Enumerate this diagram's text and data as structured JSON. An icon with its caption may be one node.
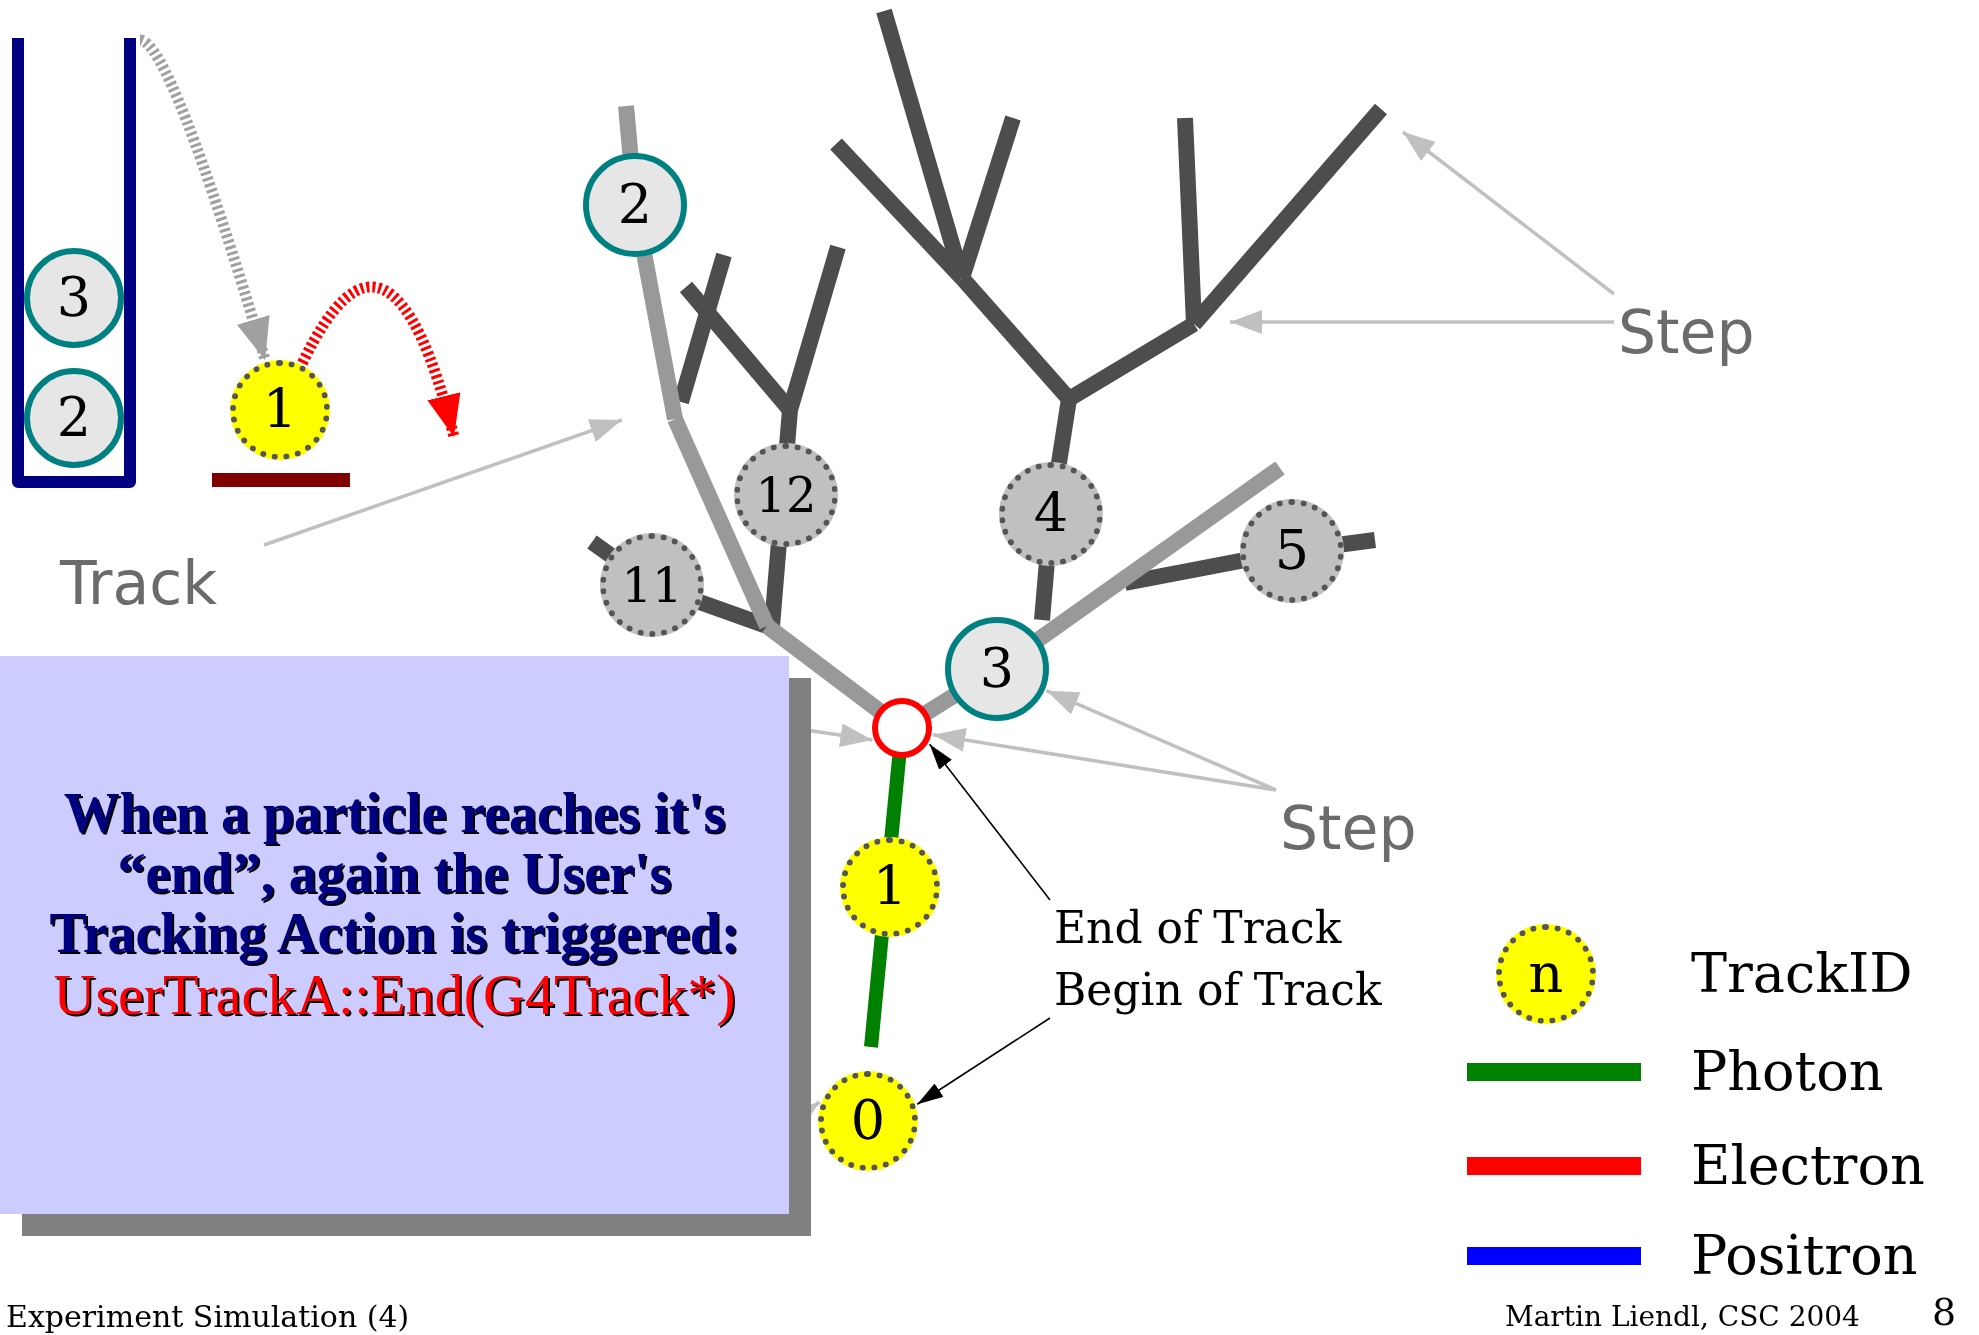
{
  "diagram": {
    "nodes": [
      {
        "text": [],
        "shape": "box"
      },
      {
        "text": [
          "3"
        ],
        "in": 0
      },
      {
        "text": [
          "2"
        ],
        "in": 0
      },
      {
        "text": [
          "1"
        ]
      },
      {
        "text": [
          "2"
        ]
      },
      {
        "text": [
          "12"
        ]
      },
      {
        "text": [
          "11"
        ]
      },
      {
        "text": [
          "4"
        ]
      },
      {
        "text": [
          "5"
        ]
      },
      {
        "text": [
          "3"
        ]
      },
      {
        "text": [],
        "shape": "circle"
      },
      {
        "text": [
          "1"
        ]
      },
      {
        "text": [
          "0"
        ]
      },
      {
        "text": [
          "Track"
        ]
      },
      {
        "text": [
          "Step"
        ]
      },
      {
        "text": [
          "Step"
        ]
      },
      {
        "text": [
          "End of Track"
        ]
      },
      {
        "text": [
          "Begin of Track"
        ]
      },
      {
        "text": [
          "When a particle reaches it's “end”, again the User's Tracking Action is triggered:",
          "UserTrackA::End(G4Track*)"
        ]
      },
      {
        "text": [
          "n"
        ]
      },
      {
        "text": [],
        "shape": "bar"
      }
    ],
    "edges": [
      {
        "from": 0,
        "to": 3,
        "arrow": "to",
        "style": "dashed",
        "color": "#a0a0a0"
      },
      {
        "from": 3,
        "to": null,
        "arrow": "to",
        "style": "dashed",
        "color": "#ff0000"
      },
      {
        "from": 13,
        "to": null,
        "arrow": "to"
      },
      {
        "from": 14,
        "to": null,
        "arrow": "to"
      },
      {
        "from": 14,
        "to": null,
        "arrow": "to"
      },
      {
        "from": 15,
        "to": 9,
        "arrow": "to"
      },
      {
        "from": 15,
        "to": 10,
        "arrow": "to"
      },
      {
        "from": 16,
        "to": 10,
        "arrow": "to",
        "color": "#000000"
      },
      {
        "from": 17,
        "to": 12,
        "arrow": "to",
        "color": "#000000"
      },
      {
        "from": 18,
        "to": 10,
        "arrow": "to"
      },
      {
        "from": 18,
        "to": 12,
        "arrow": "to"
      }
    ],
    "labels": [
      "Experiment Simulation (4)",
      "Martin Liendl, CSC 2004",
      "8"
    ],
    "legend": [
      {
        "text": "TrackID"
      },
      {
        "text": "Photon",
        "color": "#008000"
      },
      {
        "text": "Electron",
        "color": "#ff0000"
      },
      {
        "text": "Positron",
        "color": "#0000ff"
      }
    ]
  }
}
